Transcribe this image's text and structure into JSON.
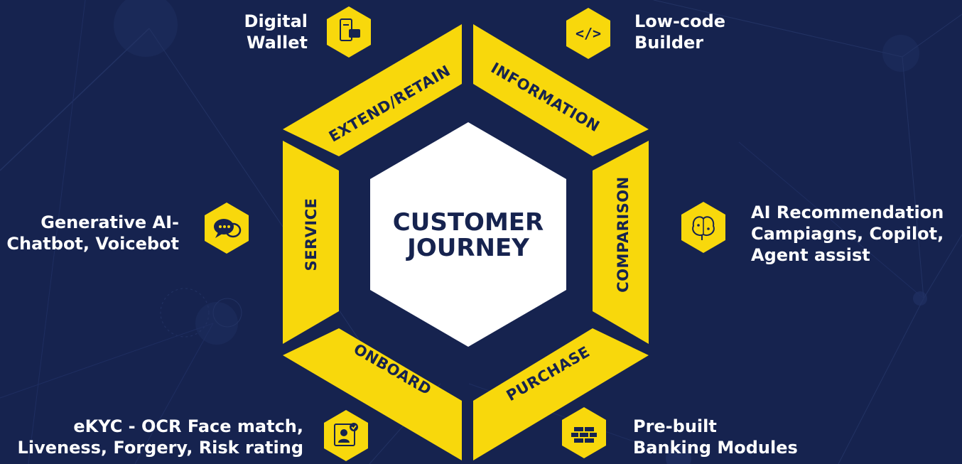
{
  "colors": {
    "background": "#16234f",
    "accent_yellow": "#f8d80c",
    "navy": "#16234f",
    "white": "#ffffff"
  },
  "center": {
    "line1": "CUSTOMER",
    "line2": "JOURNEY"
  },
  "stages": [
    {
      "key": "extend",
      "label": "EXTEND/RETAIN"
    },
    {
      "key": "information",
      "label": "INFORMATION"
    },
    {
      "key": "comparison",
      "label": "COMPARISON"
    },
    {
      "key": "purchase",
      "label": "PURCHASE"
    },
    {
      "key": "onboard",
      "label": "ONBOARD"
    },
    {
      "key": "service",
      "label": "SERVICE"
    }
  ],
  "features": {
    "digital_wallet": {
      "lines": [
        "Digital",
        "Wallet"
      ],
      "icon": "mobile-wallet-icon"
    },
    "low_code": {
      "lines": [
        "Low-code",
        "Builder"
      ],
      "icon": "code-icon"
    },
    "ai_recommendation": {
      "lines": [
        "AI Recommendation",
        "Campiagns, Copilot,",
        "Agent assist"
      ],
      "icon": "brain-circuit-icon"
    },
    "pre_built": {
      "lines": [
        "Pre-built",
        "Banking Modules"
      ],
      "icon": "modules-bricks-icon"
    },
    "ekyc": {
      "lines": [
        "eKYC - OCR Face match,",
        "Liveness, Forgery, Risk rating"
      ],
      "icon": "id-verification-icon"
    },
    "generative_ai": {
      "lines": [
        "Generative AI-",
        "Chatbot, Voicebot"
      ],
      "icon": "chat-bubbles-icon"
    }
  }
}
